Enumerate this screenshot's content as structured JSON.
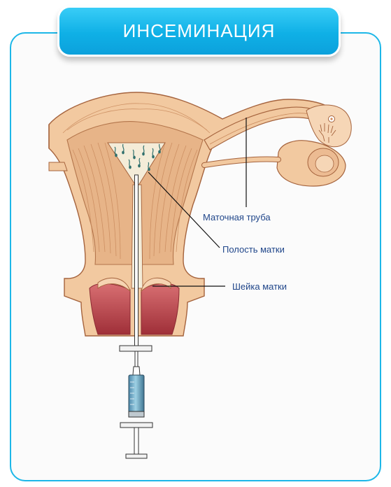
{
  "title": "ИНСЕМИНАЦИЯ",
  "labels": {
    "fallopian_tube": "Маточная труба",
    "uterine_cavity": "Полость матки",
    "cervix": "Шейка матки"
  },
  "colors": {
    "accent": "#1cb7e8",
    "tissue": "#f2c9a0",
    "tissue_dark": "#a5633d",
    "cervix_red": "#b5454c",
    "label_text": "#20468a",
    "leader_line": "#111111"
  }
}
